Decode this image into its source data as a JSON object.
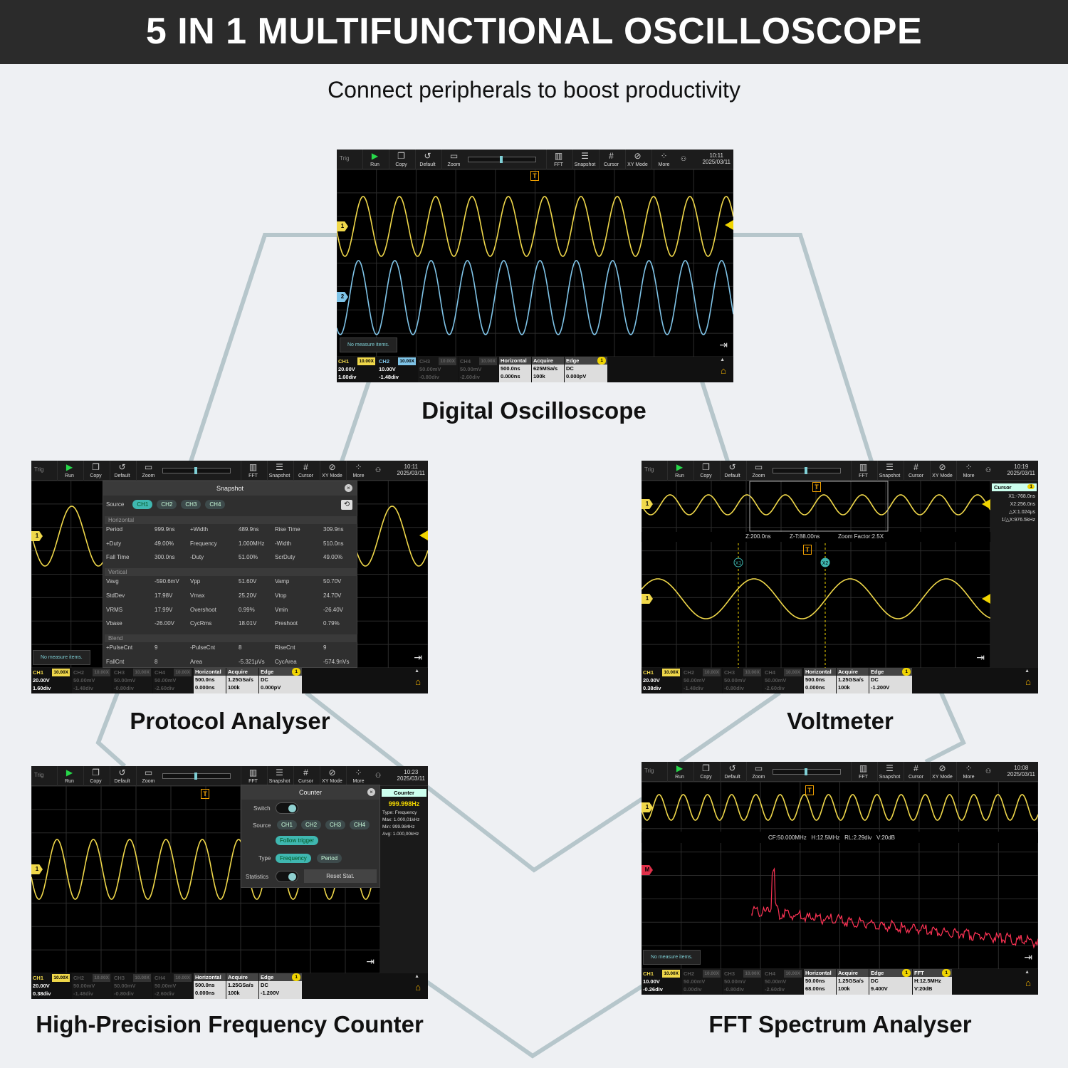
{
  "banner": {
    "title": "5 IN 1 MULTIFUNCTIONAL OSCILLOSCOPE"
  },
  "subtitle": "Connect peripherals to boost productivity",
  "colors": {
    "ch1": "#f0d84a",
    "ch2": "#7fc4e8",
    "fft": "#ff3355",
    "teal": "#3fb7b0",
    "link": "#b6c6cb"
  },
  "captions": {
    "digital": "Digital Oscilloscope",
    "protocol": "Protocol Analyser",
    "voltmeter": "Voltmeter",
    "counter": "High-Precision Frequency Counter",
    "fft": "FFT Spectrum Analyser"
  },
  "toolbar": {
    "trig": "Trig",
    "run": "Run",
    "copy": "Copy",
    "default": "Default",
    "zoom": "Zoom",
    "fft": "FFT",
    "snapshot": "Snapshot",
    "cursor": "Cursor",
    "xymode": "XY Mode",
    "more": "More"
  },
  "no_measure": "No measure items.",
  "scopes": {
    "digital": {
      "time": "10:11",
      "date": "2025/03/11",
      "status": {
        "ch1": [
          "CH1",
          "10.00X",
          "20.00V",
          "1.60div"
        ],
        "ch2": [
          "CH2",
          "10.00X",
          "10.00V",
          "-1.48div"
        ],
        "ch3": [
          "CH3",
          "10.00X",
          "50.00mV",
          "-0.80div"
        ],
        "ch4": [
          "CH4",
          "10.00X",
          "50.00mV",
          "-2.60div"
        ],
        "horizontal": [
          "Horizontal",
          "500.0ns",
          "0.000ns"
        ],
        "acquire": [
          "Acquire",
          "625MSa/s",
          "100k"
        ],
        "edge": [
          "Edge",
          "1",
          "DC",
          "0.000pV"
        ]
      }
    },
    "protocol": {
      "time": "10:11",
      "date": "2025/03/11",
      "status": {
        "ch1": [
          "CH1",
          "10.00X",
          "20.00V",
          "1.60div"
        ],
        "ch2": [
          "CH2",
          "10.00X",
          "50.00mV",
          "-1.48div"
        ],
        "ch3": [
          "CH3",
          "10.00X",
          "50.00mV",
          "-0.80div"
        ],
        "ch4": [
          "CH4",
          "10.00X",
          "50.00mV",
          "-2.60div"
        ],
        "horizontal": [
          "Horizontal",
          "500.0ns",
          "0.000ns"
        ],
        "acquire": [
          "Acquire",
          "1.25GSa/s",
          "100k"
        ],
        "edge": [
          "Edge",
          "1",
          "DC",
          "0.000pV"
        ]
      },
      "snapshot": {
        "title": "Snapshot",
        "source_label": "Source",
        "sources": [
          "CH1",
          "CH2",
          "CH3",
          "CH4"
        ],
        "horizontal_label": "Horizontal",
        "horizontal": [
          [
            "Period",
            "999.9ns",
            "+Width",
            "489.9ns",
            "Rise Time",
            "309.9ns"
          ],
          [
            "+Duty",
            "49.00%",
            "Frequency",
            "1.000MHz",
            "-Width",
            "510.0ns"
          ],
          [
            "Fall Time",
            "300.0ns",
            "-Duty",
            "51.00%",
            "ScrDuty",
            "49.00%"
          ]
        ],
        "vertical_label": "Vertical",
        "vertical": [
          [
            "Vavg",
            "-590.6mV",
            "Vpp",
            "51.60V",
            "Vamp",
            "50.70V"
          ],
          [
            "StdDev",
            "17.98V",
            "Vmax",
            "25.20V",
            "Vtop",
            "24.70V"
          ],
          [
            "VRMS",
            "17.99V",
            "Overshoot",
            "0.99%",
            "Vmin",
            "-26.40V"
          ],
          [
            "Vbase",
            "-26.00V",
            "CycRms",
            "18.01V",
            "Preshoot",
            "0.79%"
          ]
        ],
        "blend_label": "Blend",
        "blend": [
          [
            "+PulseCnt",
            "9",
            "-PulseCnt",
            "8",
            "RiseCnt",
            "9"
          ],
          [
            "FallCnt",
            "8",
            "Area",
            "-5.321μVs",
            "CycArea",
            "-574.9nVs"
          ]
        ]
      }
    },
    "voltmeter": {
      "time": "10:19",
      "date": "2025/03/11",
      "zoom_info": [
        "Z:200.0ns",
        "Z-T:88.00ns",
        "Zoom Factor:2.5X"
      ],
      "cursor_panel": {
        "title": "Cursor",
        "badge": "1",
        "lines": [
          "X1:-768.0ns",
          "X2:256.0ns",
          "△X:1.024μs",
          "1/△X:976.5kHz"
        ]
      },
      "status": {
        "ch1": [
          "CH1",
          "10.00X",
          "20.00V",
          "0.38div"
        ],
        "ch2": [
          "CH2",
          "10.00X",
          "50.00mV",
          "-1.48div"
        ],
        "ch3": [
          "CH3",
          "10.00X",
          "50.00mV",
          "-0.80div"
        ],
        "ch4": [
          "CH4",
          "10.00X",
          "50.00mV",
          "-2.60div"
        ],
        "horizontal": [
          "Horizontal",
          "500.0ns",
          "0.000ns"
        ],
        "acquire": [
          "Acquire",
          "1.25GSa/s",
          "100k"
        ],
        "edge": [
          "Edge",
          "1",
          "DC",
          "-1.200V"
        ]
      }
    },
    "counter": {
      "time": "10:23",
      "date": "2025/03/11",
      "popup": {
        "title": "Counter",
        "switch_label": "Switch",
        "source_label": "Source",
        "sources": [
          "CH1",
          "CH2",
          "CH3",
          "CH4"
        ],
        "follow": "Follow trigger",
        "type_label": "Type",
        "types": [
          "Frequency",
          "Period"
        ],
        "stats_label": "Statistics",
        "reset": "Reset Stat."
      },
      "side": {
        "title": "Counter",
        "value": "999.998Hz",
        "lines": [
          "Type: Frequency",
          "Max: 1.000,01kHz",
          "Min: 999.984Hz",
          "Avg: 1.000,00kHz"
        ]
      },
      "status": {
        "ch1": [
          "CH1",
          "10.00X",
          "20.00V",
          "0.38div"
        ],
        "ch2": [
          "CH2",
          "10.00X",
          "50.00mV",
          "-1.48div"
        ],
        "ch3": [
          "CH3",
          "10.00X",
          "50.00mV",
          "-0.80div"
        ],
        "ch4": [
          "CH4",
          "10.00X",
          "50.00mV",
          "-2.60div"
        ],
        "horizontal": [
          "Horizontal",
          "500.0ns",
          "0.000ns"
        ],
        "acquire": [
          "Acquire",
          "1.25GSa/s",
          "100k"
        ],
        "edge": [
          "Edge",
          "1",
          "DC",
          "-1.200V"
        ]
      }
    },
    "fft": {
      "time": "10:08",
      "date": "2025/03/11",
      "info": "CF:50.000MHz   H:12.5MHz   RL:2.29div   V:20dB",
      "status": {
        "ch1": [
          "CH1",
          "10.00X",
          "10.00V",
          "-0.26div"
        ],
        "ch2": [
          "CH2",
          "10.00X",
          "50.00mV",
          "0.00div"
        ],
        "ch3": [
          "CH3",
          "10.00X",
          "50.00mV",
          "-0.80div"
        ],
        "ch4": [
          "CH4",
          "10.00X",
          "50.00mV",
          "-2.60div"
        ],
        "horizontal": [
          "Horizontal",
          "50.00ns",
          "68.00ns"
        ],
        "acquire": [
          "Acquire",
          "1.25GSa/s",
          "100k"
        ],
        "edge": [
          "Edge",
          "1",
          "DC",
          "9.400V"
        ],
        "fft": [
          "FFT",
          "1",
          "H:12.5MHz",
          "V:20dB"
        ]
      }
    }
  }
}
